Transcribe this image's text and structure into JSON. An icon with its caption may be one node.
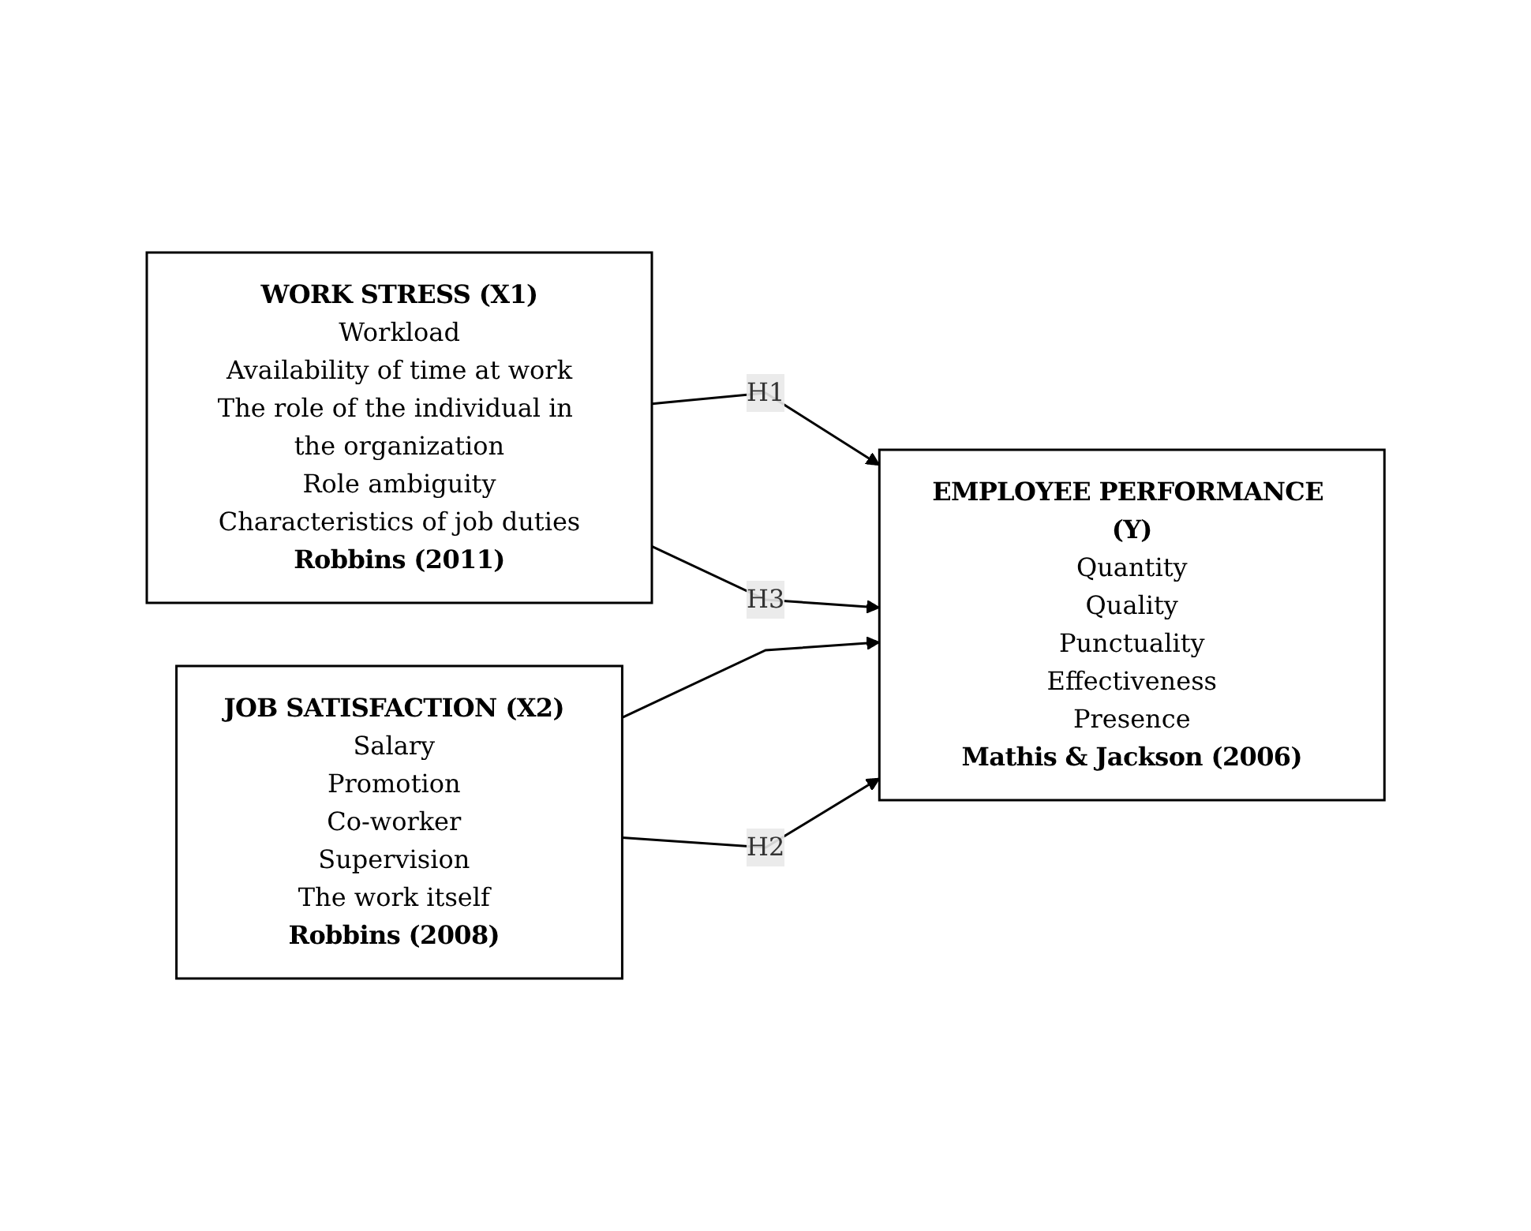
{
  "diagram": {
    "nodes": [
      {
        "text": [
          "WORK STRESS (X1)",
          "Workload",
          "Availability of time at work",
          "The role of the individual in the organization",
          "Role ambiguity",
          "Characteristics of job duties",
          "Robbins (2011)"
        ]
      },
      {
        "text": [
          "JOB SATISFACTION (X2)",
          "Salary",
          "Promotion",
          "Co-worker",
          "Supervision",
          "The work itself",
          "Robbins (2008)"
        ]
      },
      {
        "text": [
          "EMPLOYEE PERFORMANCE (Y)",
          "Quantity",
          "Quality",
          "Punctuality",
          "Effectiveness",
          "Presence",
          "Mathis & Jackson (2006)"
        ]
      }
    ],
    "edges": [
      {
        "from": 0,
        "to": 2,
        "arrow": "to",
        "label": "H1"
      },
      {
        "from": 0,
        "to": 2,
        "arrow": "to",
        "label": "H3"
      },
      {
        "from": 1,
        "to": 2,
        "arrow": "to"
      },
      {
        "from": 1,
        "to": 2,
        "arrow": "to",
        "label": "H2"
      }
    ]
  }
}
